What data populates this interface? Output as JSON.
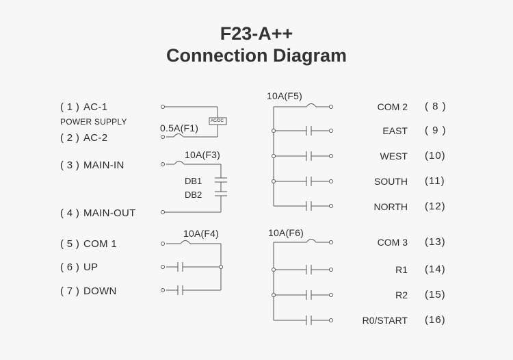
{
  "title": {
    "line1": "F23-A++",
    "line2": "Connection Diagram"
  },
  "left_terminals": [
    {
      "num": "( 1 )",
      "label": "AC-1"
    },
    {
      "num": "( 2 )",
      "label": "AC-2"
    },
    {
      "num": "( 3 )",
      "label": "MAIN-IN"
    },
    {
      "num": "( 4 )",
      "label": "MAIN-OUT"
    },
    {
      "num": "( 5 )",
      "label": "COM 1"
    },
    {
      "num": "( 6 )",
      "label": "UP"
    },
    {
      "num": "( 7 )",
      "label": "DOWN"
    }
  ],
  "power_supply_label": "POWER SUPPLY",
  "fuses": {
    "f1": "0.5A(F1)",
    "f3": "10A(F3)",
    "f4": "10A(F4)",
    "f5": "10A(F5)",
    "f6": "10A(F6)"
  },
  "acdc_label": "AC/DC",
  "db": [
    "DB1",
    "DB2"
  ],
  "right_terminals": [
    {
      "label": "COM 2",
      "num": "( 8 )"
    },
    {
      "label": "EAST",
      "num": "( 9 )"
    },
    {
      "label": "WEST",
      "num": "(10)"
    },
    {
      "label": "SOUTH",
      "num": "(11)"
    },
    {
      "label": "NORTH",
      "num": "(12)"
    },
    {
      "label": "COM 3",
      "num": "(13)"
    },
    {
      "label": "R1",
      "num": "(14)"
    },
    {
      "label": "R2",
      "num": "(15)"
    },
    {
      "label": "R0/START",
      "num": "(16)"
    }
  ]
}
